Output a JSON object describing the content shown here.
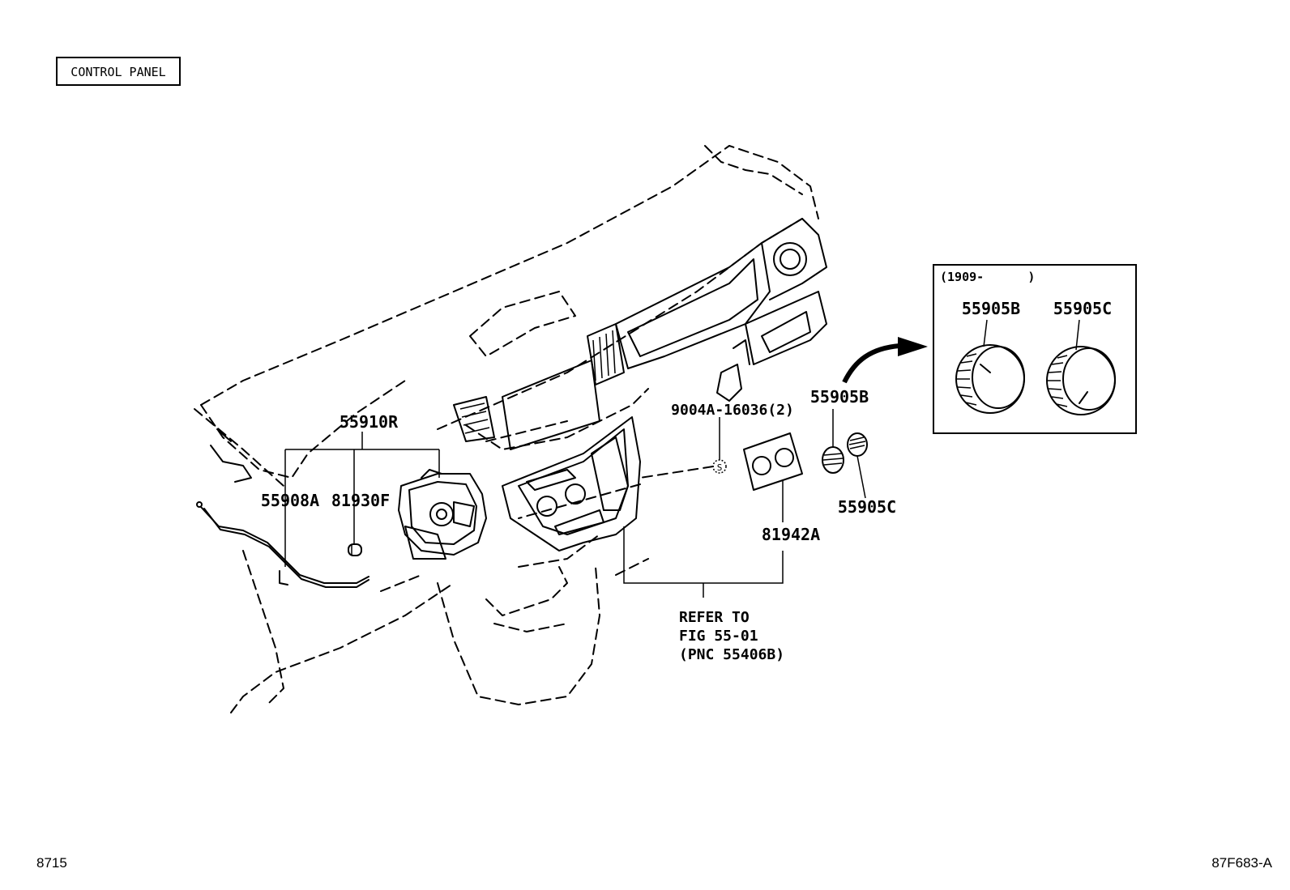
{
  "title": "CONTROL PANEL",
  "inset": {
    "period_label": "(1909-      )",
    "knob_b_label": "55905B",
    "knob_c_label": "55905C"
  },
  "callouts": {
    "p55910R": "55910R",
    "p55908A": "55908A",
    "p81930F": "81930F",
    "p9004A": "9004A-16036(2)",
    "p55905B": "55905B",
    "p55905C": "55905C",
    "p81942A": "81942A",
    "screw_symbol": "S"
  },
  "refer": {
    "line1": "REFER TO",
    "line2": "FIG 55-01",
    "line3": "(PNC 55406B)"
  },
  "footer": {
    "left": "8715",
    "right": "87F683-A"
  }
}
